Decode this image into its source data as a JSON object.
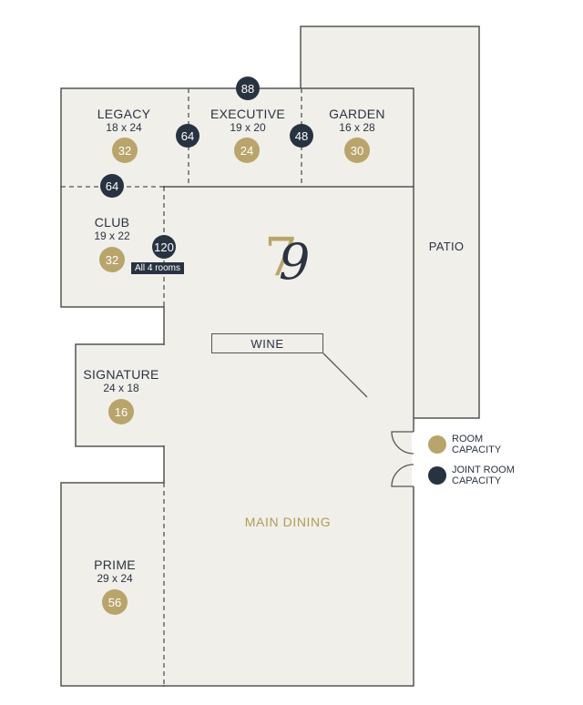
{
  "rooms": [
    {
      "name": "LEGACY",
      "size": "18 x 24",
      "capacity": "32"
    },
    {
      "name": "EXECUTIVE",
      "size": "19 x 20",
      "capacity": "24"
    },
    {
      "name": "GARDEN",
      "size": "16 x 28",
      "capacity": "30"
    },
    {
      "name": "CLUB",
      "size": "19 x 22",
      "capacity": "32"
    },
    {
      "name": "SIGNATURE",
      "size": "24 x 18",
      "capacity": "16"
    },
    {
      "name": "PRIME",
      "size": "29 x 24",
      "capacity": "56"
    }
  ],
  "joint": [
    {
      "value": "88"
    },
    {
      "value": "64"
    },
    {
      "value": "48"
    },
    {
      "value": "64"
    },
    {
      "value": "120",
      "note": "All 4 rooms"
    }
  ],
  "areas": {
    "patio": "PATIO",
    "main_dining": "MAIN DINING",
    "wine": "WINE"
  },
  "logo": {
    "digit_a": "7",
    "digit_b": "9"
  },
  "legend": {
    "room_capacity": [
      "ROOM",
      "CAPACITY"
    ],
    "joint_room_capacity": [
      "JOINT ROOM",
      "CAPACITY"
    ]
  },
  "colors": {
    "room_fill": "#f0efea",
    "wall": "#555555",
    "gold": "#b9a46b",
    "navy": "#283341"
  }
}
